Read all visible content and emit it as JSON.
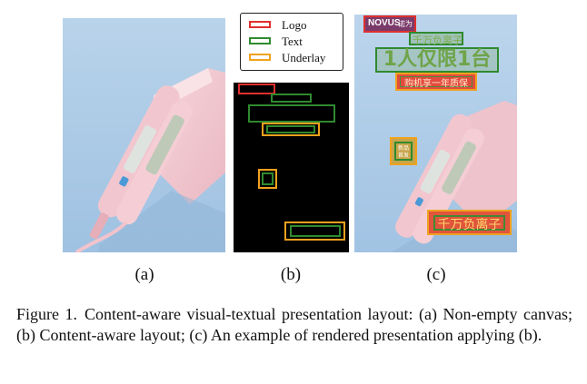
{
  "panels": {
    "a": {
      "label": "(a)"
    },
    "b": {
      "label": "(b)"
    },
    "c": {
      "label": "(c)"
    }
  },
  "legend": {
    "items": [
      {
        "label": "Logo",
        "color": "#e0302e"
      },
      {
        "label": "Text",
        "color": "#2f8a2f"
      },
      {
        "label": "Underlay",
        "color": "#f0a21e"
      }
    ]
  },
  "poster": {
    "logo_brand": "NOVUS",
    "logo_cn": "诺为",
    "text_top": "千万负离子",
    "text_headline": "1人仅限1台",
    "text_warranty": "购机享一年质保",
    "text_badge": "千万负离子",
    "small_badge_line1": "新品",
    "small_badge_line2": "首发"
  },
  "caption": {
    "label": "Figure 1.",
    "text": "Content-aware visual-textual presentation layout: (a) Non-empty canvas; (b) Content-aware layout; (c) An example of rendered presentation applying (b)."
  }
}
